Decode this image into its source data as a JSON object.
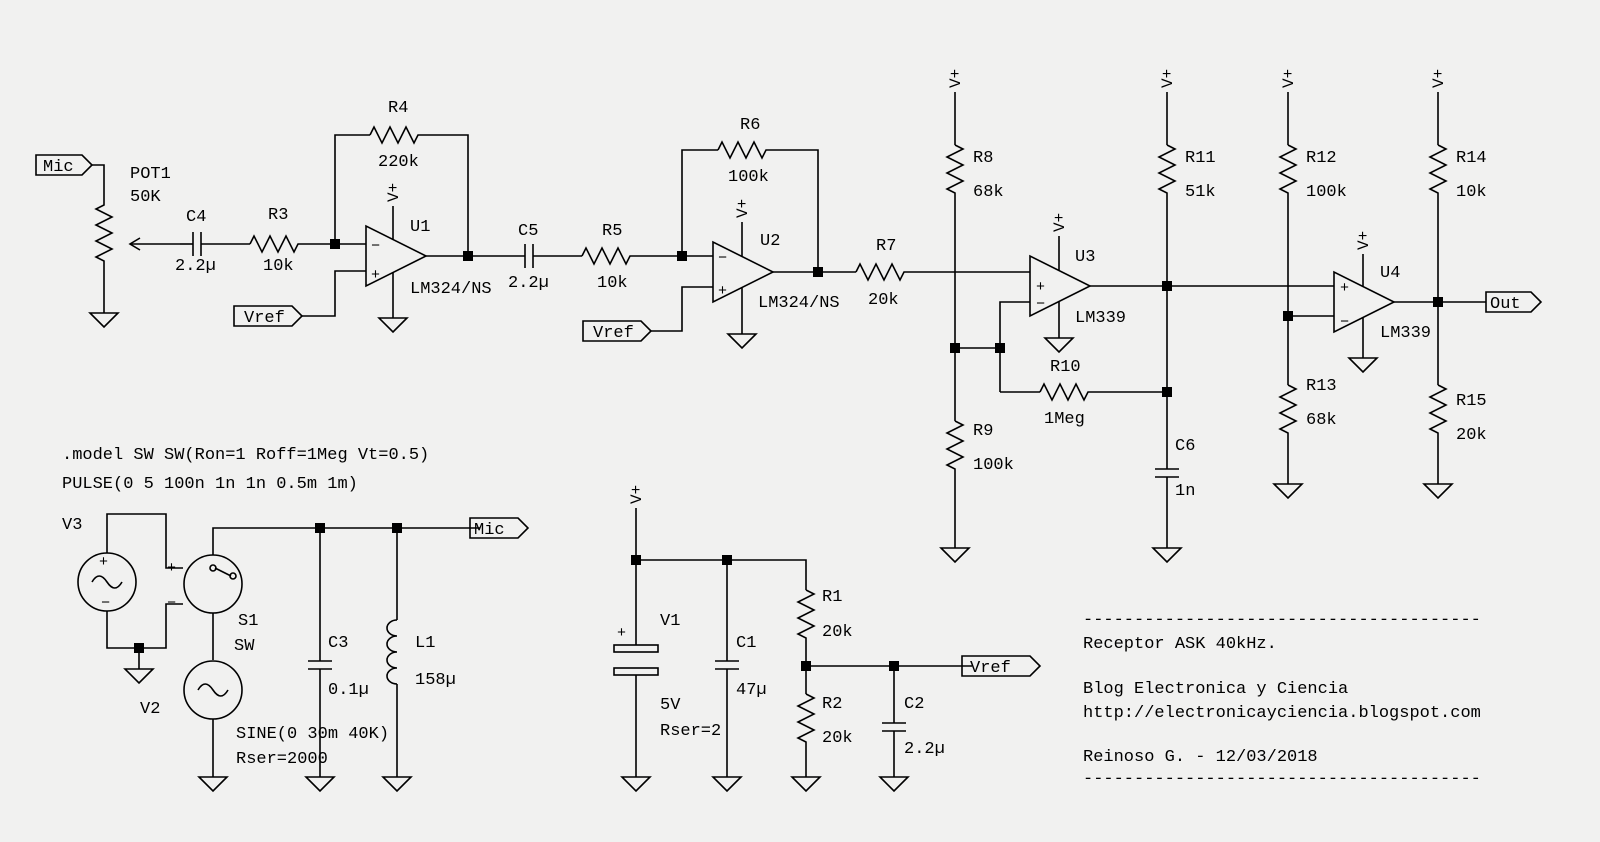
{
  "labels": {
    "mic_in": "Mic",
    "vref1": "Vref",
    "vref2": "Vref",
    "out": "Out",
    "mic_src": "Mic",
    "vref_src": "Vref",
    "vplus": "V+"
  },
  "components": {
    "pot1": {
      "name": "POT1",
      "value": "50K"
    },
    "c4": {
      "name": "C4",
      "value": "2.2µ"
    },
    "r3": {
      "name": "R3",
      "value": "10k"
    },
    "r4": {
      "name": "R4",
      "value": "220k"
    },
    "u1": {
      "name": "U1",
      "part": "LM324/NS"
    },
    "c5": {
      "name": "C5",
      "value": "2.2µ"
    },
    "r5": {
      "name": "R5",
      "value": "10k"
    },
    "r6": {
      "name": "R6",
      "value": "100k"
    },
    "u2": {
      "name": "U2",
      "part": "LM324/NS"
    },
    "r7": {
      "name": "R7",
      "value": "20k"
    },
    "r8": {
      "name": "R8",
      "value": "68k"
    },
    "r9": {
      "name": "R9",
      "value": "100k"
    },
    "r10": {
      "name": "R10",
      "value": "1Meg"
    },
    "r11": {
      "name": "R11",
      "value": "51k"
    },
    "c6": {
      "name": "C6",
      "value": "1n"
    },
    "u3": {
      "name": "U3",
      "part": "LM339"
    },
    "r12": {
      "name": "R12",
      "value": "100k"
    },
    "r13": {
      "name": "R13",
      "value": "68k"
    },
    "u4": {
      "name": "U4",
      "part": "LM339"
    },
    "r14": {
      "name": "R14",
      "value": "10k"
    },
    "r15": {
      "name": "R15",
      "value": "20k"
    },
    "v3": {
      "name": "V3"
    },
    "v2": {
      "name": "V2",
      "value": "SINE(0 30m 40K)",
      "rser": "Rser=2000"
    },
    "s1": {
      "name": "S1",
      "model": "SW"
    },
    "c3": {
      "name": "C3",
      "value": "0.1µ"
    },
    "l1": {
      "name": "L1",
      "value": "158µ"
    },
    "v1": {
      "name": "V1",
      "value": "5V",
      "rser": "Rser=2"
    },
    "c1": {
      "name": "C1",
      "value": "47µ"
    },
    "r1": {
      "name": "R1",
      "value": "20k"
    },
    "r2": {
      "name": "R2",
      "value": "20k"
    },
    "c2": {
      "name": "C2",
      "value": "2.2µ"
    }
  },
  "directives": {
    "model": ".model SW SW(Ron=1 Roff=1Meg Vt=0.5)",
    "pulse": "PULSE(0 5 100n 1n 1n 0.5m 1m)"
  },
  "notes": {
    "rule": "---------------------------------------",
    "title": "Receptor ASK 40kHz.",
    "blog": "Blog Electronica y Ciencia",
    "url": "http://electronicayciencia.blogspot.com",
    "author": "Reinoso G. - 12/03/2018"
  }
}
